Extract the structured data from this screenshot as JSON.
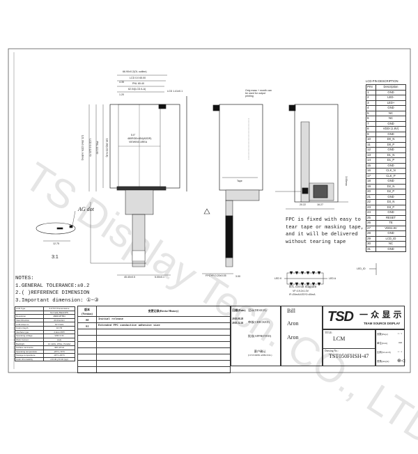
{
  "watermark": "TS Display Tech. CO., LTD",
  "pin_table": {
    "title": "LCD-PIN DESCRIPTION",
    "header": [
      "PIN",
      "Description"
    ],
    "rows": [
      [
        "1",
        "GND"
      ],
      [
        "2",
        "LED-"
      ],
      [
        "3",
        "LED+"
      ],
      [
        "4",
        "GND"
      ],
      [
        "5",
        "NC"
      ],
      [
        "6",
        "NC"
      ],
      [
        "7",
        "GND"
      ],
      [
        "8",
        "VDDI (1.8V)"
      ],
      [
        "9",
        "GND"
      ],
      [
        "10",
        "D0_N"
      ],
      [
        "11",
        "D0_P"
      ],
      [
        "12",
        "GND"
      ],
      [
        "13",
        "D1_N"
      ],
      [
        "14",
        "D1_P"
      ],
      [
        "15",
        "GND"
      ],
      [
        "16",
        "CLK_N"
      ],
      [
        "17",
        "CLK_P"
      ],
      [
        "18",
        "GND"
      ],
      [
        "19",
        "D2_N"
      ],
      [
        "20",
        "D2_P"
      ],
      [
        "21",
        "GND"
      ],
      [
        "22",
        "D3_N"
      ],
      [
        "23",
        "D3_P"
      ],
      [
        "24",
        "GND"
      ],
      [
        "25",
        "RESET"
      ],
      [
        "26",
        "TE"
      ],
      [
        "27",
        "VDD2.8V"
      ],
      [
        "28",
        "GND"
      ],
      [
        "29",
        "LCD_ID"
      ],
      [
        "30",
        "NC"
      ],
      [
        "31",
        "GND"
      ]
    ]
  },
  "drawing": {
    "front_dims": [
      "66.90±0.2(OL outline)",
      "LCD 0.0 65.00",
      "PNL 65.40",
      "62.04(LCD A.A)",
      "4.35",
      "1.20"
    ],
    "side_dim": "LCD 1.41±0.1",
    "lcd_label": [
      "5.0\"",
      "480RGB×854(ADDR)",
      "VIEWING AREA"
    ],
    "vert_dims": [
      "121.30±0.2(OL outline)",
      "LCD 0.0 120.70",
      "PNL 121.00",
      "110.16(LCD A.A)"
    ],
    "back_labels": [
      "Only mass + month can be used for output printing",
      "Tape"
    ],
    "fpc_dims": [
      "45.40±0.5",
      "5.00±0.1",
      "FPC+PI 0.20±0.05",
      "3.00",
      "20.22",
      "16.27",
      "3.05max"
    ],
    "ag_label": "AG dot",
    "ag_dim": "12.75",
    "scale_label": "3:1",
    "circuit_title": "B/L circuit diagram",
    "circuit_lines": [
      "VF=19.2±1.0V",
      "IF=20mA/LED*2=40mA"
    ],
    "led_k": "LED K",
    "led_a": "LED A",
    "led_id": "LED_ID"
  },
  "fpc_note": [
    "FPC is fixed with easy to",
    "tear tape or masking tape,",
    "and it will be delivered",
    "without tearing tape"
  ],
  "notes": {
    "title": "NOTES:",
    "items": [
      "1.GENERAL TOLERANCE:±0.2",
      "2.( )REFERENCE DIMENSION",
      "3.Important dimension: ①~③"
    ]
  },
  "spec_table": [
    [
      "LCD Type",
      "5.0\"TFT,Transmissive"
    ],
    [
      "",
      "Normally Black/IPS"
    ],
    [
      "Resolution",
      "480RGB*854"
    ],
    [
      "View Direction",
      "All direction"
    ],
    [
      "LCM driver IC",
      "ST7701S"
    ],
    [
      "Colors Depth",
      "16.7M"
    ],
    [
      "Interface type",
      "2-lane MIPI"
    ],
    [
      "Operating voltage",
      "VDD 3.3V"
    ],
    [
      "Work Current",
      "(mA)"
    ],
    [
      "Backlight",
      "12 LEDs, White, Parallel"
    ],
    [
      "Surface luminance",
      "400 cd/m2"
    ],
    [
      "Operating temperature",
      "-20°C~70°C"
    ],
    [
      "Storage temperature",
      "-30°C~80°C"
    ],
    [
      "Color chromaticity",
      "x=0.30 y=0.32 (typ)"
    ]
  ],
  "revision": {
    "header_version": "版本 (Version)",
    "header_history": "变更记录(Revise History)",
    "header_date": "日期(Date)",
    "rows": [
      [
        "A0",
        "Initial release",
        "2018.08.28"
      ],
      [
        "A1",
        "Extended FPC conductive adhesive size",
        "2018.12.26"
      ]
    ]
  },
  "title_block": {
    "designed_label": "设计(DESIGN)",
    "designed_by": "Bill",
    "checked_label": "审核(CHECKED)",
    "checked_by": "Aron",
    "approved_label": "批准(APPROVED)",
    "approved_by": "Aron",
    "customer_label": "客户确认",
    "customer_label_en": "(CUSTOMER APPROVAL)",
    "company_logo": "TSD",
    "company_cn": "一 众 显 示",
    "company_en": "TEAM SOURCE DISPLAY",
    "title_label": "TITLE:",
    "title": "LCM",
    "drawing_no_label": "Drawing No.:",
    "drawing_no": "TST050FHSH-47",
    "page_label": "页数(Page)",
    "page": "1 / 1",
    "unit_label": "单位(Unit)",
    "unit": "mm",
    "scale_label": "比例(SCALE)",
    "scale": "1 : 1",
    "angle_label": "视角(Angle)"
  }
}
